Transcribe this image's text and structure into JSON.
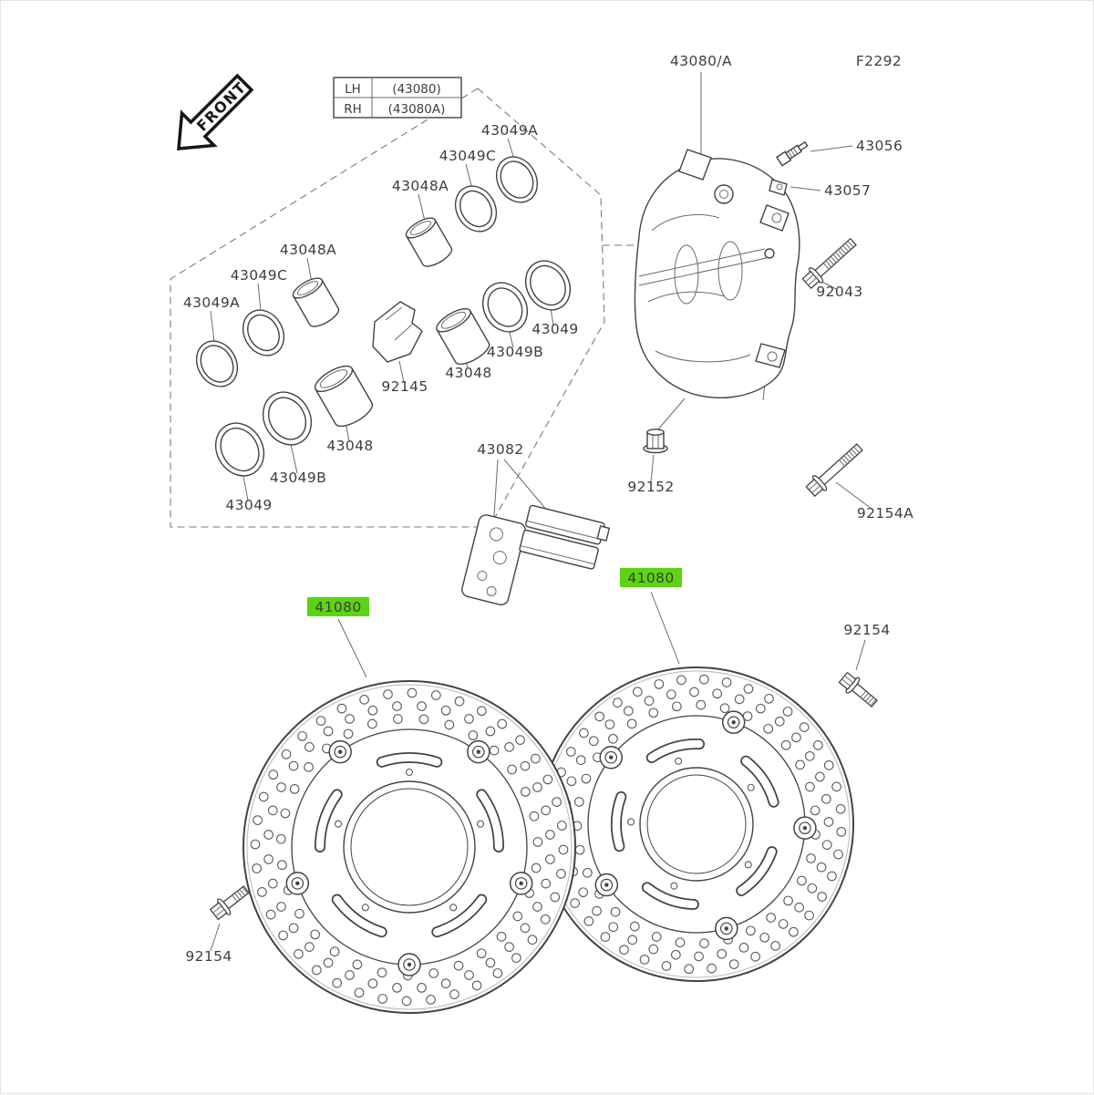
{
  "diagram": {
    "code": "F2292",
    "assembly": "43080/A",
    "front_label": "FRONT",
    "highlight_color": "#5bd411",
    "legend": [
      {
        "side": "LH",
        "part": "(43080)"
      },
      {
        "side": "RH",
        "part": "(43080A)"
      }
    ],
    "labels": {
      "43049A_top": "43049A",
      "43049C_top": "43049C",
      "43048A_top": "43048A",
      "43048A_mid": "43048A",
      "43049C_mid": "43049C",
      "43049A_mid": "43049A",
      "43056": "43056",
      "43057": "43057",
      "92043": "92043",
      "43049_upper": "43049",
      "43049B_upper": "43049B",
      "43048_upper": "43048",
      "92145": "92145",
      "43048_lower": "43048",
      "43049B_lower": "43049B",
      "43049_lower": "43049",
      "43082": "43082",
      "92152": "92152",
      "92154A": "92154A",
      "41080_left": "41080",
      "41080_right": "41080",
      "92154_right": "92154",
      "92154_left": "92154"
    }
  }
}
